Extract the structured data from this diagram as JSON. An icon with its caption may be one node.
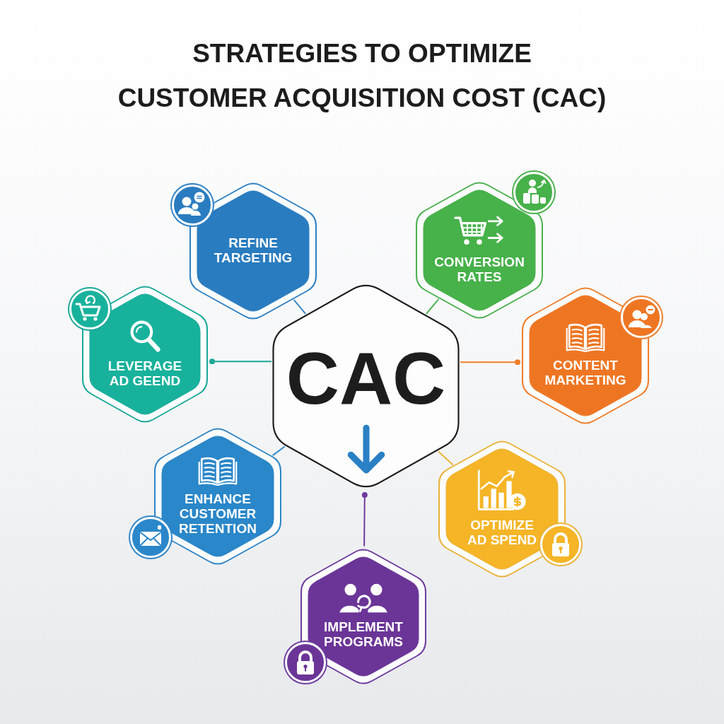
{
  "diagram": {
    "title": "STRATEGIES TO OPTIMIZE CUSTOMER ACQUISITION COST (CAC)",
    "nodes": [
      {
        "text": [
          "REFINE TARGETING"
        ]
      },
      {
        "text": [
          "CONVERSION RATES"
        ]
      },
      {
        "text": [
          "LEVERAGE AD GEEND"
        ]
      },
      {
        "text": [
          "CAC"
        ]
      },
      {
        "text": [
          "CONTENT MARKETING"
        ]
      },
      {
        "text": [
          "ENHANCE CUSTOMER RETENTION"
        ]
      },
      {
        "text": [
          "OPTIMIZE AD SPEND"
        ]
      },
      {
        "text": [
          "IMPLEMENT PROGRAMS"
        ]
      }
    ],
    "edges": [
      {
        "from": 3,
        "to": 0,
        "arrow": "none",
        "color": "#3a86c6"
      },
      {
        "from": 3,
        "to": 1,
        "arrow": "none",
        "color": "#4cb04f"
      },
      {
        "from": 3,
        "to": 2,
        "arrow": "other",
        "color": "#1aa898"
      },
      {
        "from": 3,
        "to": 4,
        "arrow": "other",
        "color": "#ef7d2a"
      },
      {
        "from": 3,
        "to": 5,
        "arrow": "none",
        "color": "#3088c8"
      },
      {
        "from": 3,
        "to": 6,
        "arrow": "none",
        "color": "#e9b43c"
      },
      {
        "from": 7,
        "to": 3,
        "arrow": "other",
        "color": "#6e3d9c"
      }
    ]
  }
}
